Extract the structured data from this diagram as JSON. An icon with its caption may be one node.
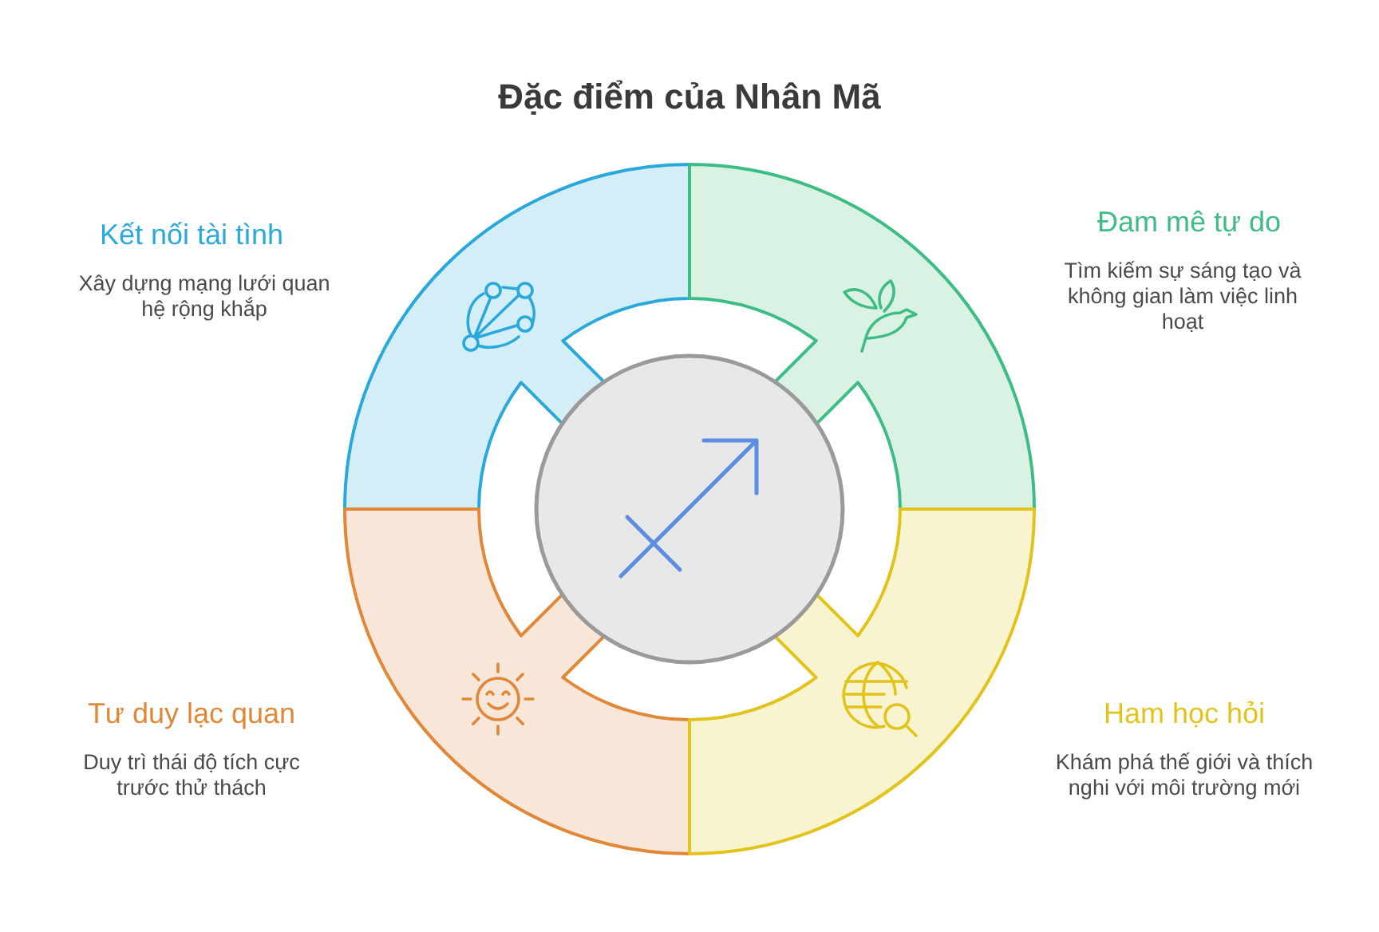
{
  "diagram": {
    "title": "Đặc điểm của Nhân Mã",
    "nodes": [
      {
        "text": [
          "Kết nối tài tình",
          "Xây dựng mạng lưới quan hệ rộng khắp"
        ]
      },
      {
        "text": [
          "Đam mê tự do",
          "Tìm kiếm sự sáng tạo và không gian làm việc linh hoạt"
        ]
      },
      {
        "text": [],
        "shape": "circle"
      },
      {
        "text": [
          "Tư duy lạc quan",
          "Duy trì thái độ tích cực trước thử thách"
        ]
      },
      {
        "text": [
          "Ham học hỏi",
          "Khám phá thế giới và thích nghi với môi trường mới"
        ]
      }
    ]
  }
}
